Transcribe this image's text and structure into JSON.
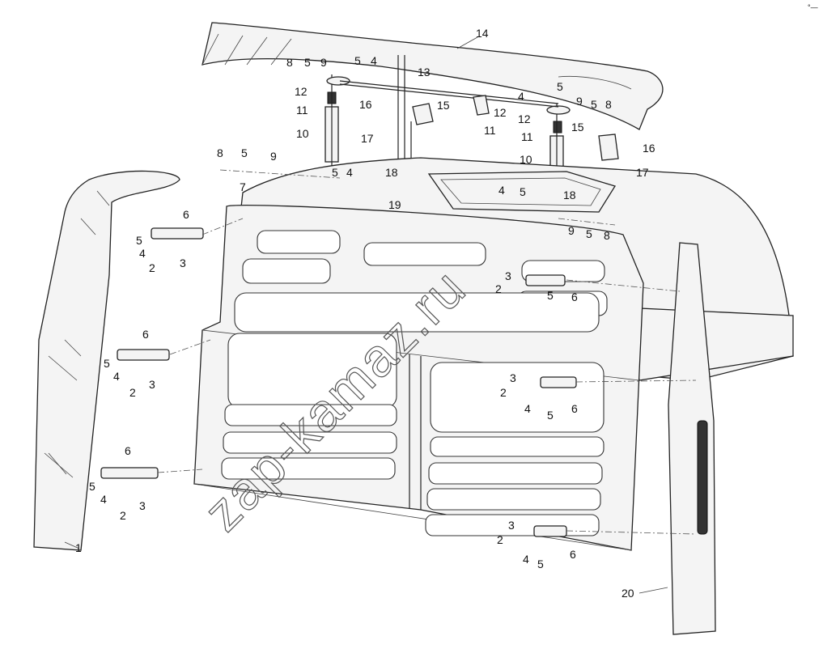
{
  "diagram": {
    "callouts": [
      "1",
      "2",
      "3",
      "4",
      "5",
      "6",
      "7",
      "8",
      "9",
      "10",
      "11",
      "12",
      "13",
      "14",
      "15",
      "16",
      "17",
      "18",
      "19",
      "20"
    ],
    "watermark": "zap-kamaz.ru",
    "corner_mark": "°—"
  },
  "colors": {
    "line": "#222222",
    "background": "#ffffff",
    "watermark": "#555555"
  }
}
